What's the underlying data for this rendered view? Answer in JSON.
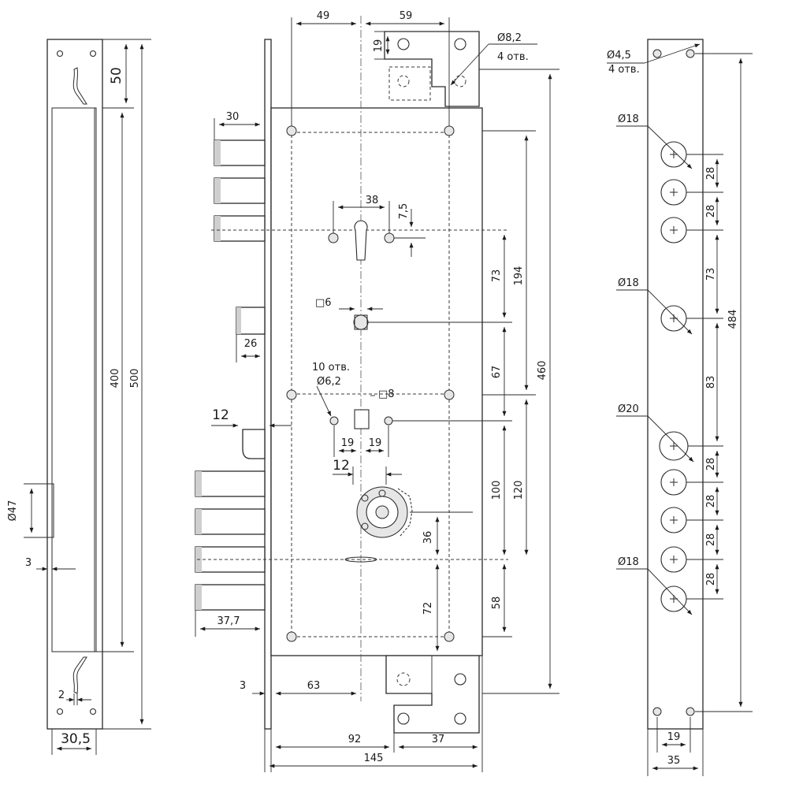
{
  "left_view": {
    "dims": {
      "top_tab": "50",
      "body_height": "400",
      "total_height": "500",
      "cylinder_hole": "Ø47",
      "edge_offset": "3",
      "slot_width": "2",
      "width": "30,5"
    }
  },
  "center_view": {
    "dims": {
      "top_left": "49",
      "top_right": "59",
      "strike_height": "19",
      "strike_holes_diameter": "Ø8,2",
      "strike_holes_count": "4 отв.",
      "bolt_projection": "30",
      "cyl_spacing": "38",
      "cyl_hole_offset": "7,5",
      "spindle_square_1": "□6",
      "latch_projection": "26",
      "mount_holes_count": "10 отв.",
      "mount_holes_diameter": "Ø6,2",
      "spindle_square_2": "□8",
      "roller_projection": "12",
      "spindle_offset_left": "19",
      "spindle_offset_right": "19",
      "gear_offset": "12",
      "v_36": "36",
      "v_72": "72",
      "bottom_bolt_projection": "37,7",
      "faceplate_thickness": "3",
      "backset": "63",
      "v_73": "73",
      "v_194": "194",
      "v_67": "67",
      "v_460": "460",
      "v_100": "100",
      "v_120": "120",
      "v_58": "58",
      "bottom_92": "92",
      "bottom_37": "37",
      "bottom_145": "145"
    }
  },
  "right_view": {
    "dims": {
      "small_holes_diameter": "Ø4,5",
      "small_holes_count": "4 отв.",
      "bolt_hole_18_a": "Ø18",
      "bolt_hole_18_b": "Ø18",
      "bolt_hole_20": "Ø20",
      "bolt_hole_18_c": "Ø18",
      "spacing_28_a": "28",
      "spacing_28_b": "28",
      "spacing_73": "73",
      "spacing_83": "83",
      "spacing_28_c": "28",
      "spacing_28_d": "28",
      "spacing_28_e": "28",
      "spacing_28_f": "28",
      "total_484": "484",
      "hole_spacing_19": "19",
      "width_35": "35"
    }
  }
}
